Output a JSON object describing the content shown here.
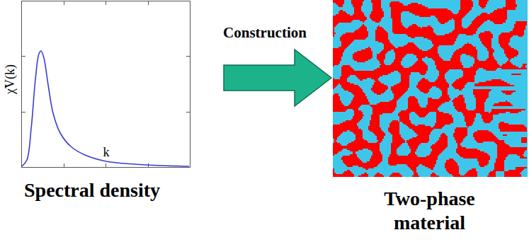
{
  "diagram": {
    "nodes": [
      {
        "text": [
          "Spectral density"
        ]
      },
      {
        "text": [
          "Two-phase material"
        ]
      }
    ],
    "edges": [
      {
        "from": 0,
        "to": 1,
        "arrow": "to",
        "label": "Construction"
      }
    ],
    "labels": [
      "χ̃V(k)",
      "k"
    ]
  }
}
